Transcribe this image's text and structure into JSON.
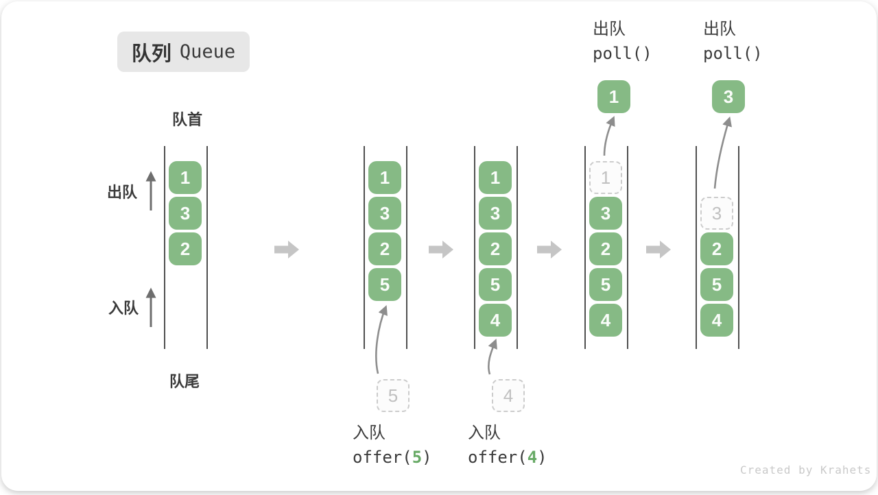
{
  "title": {
    "zh": "队列",
    "en": "Queue"
  },
  "labels": {
    "front": "队首",
    "rear": "队尾",
    "dequeue": "出队",
    "enqueue": "入队"
  },
  "watermark": "Created by Krahets",
  "colors": {
    "element_green": "#86ba85",
    "code_green": "#67a965",
    "dark_text": "#3a3a3a",
    "wall_line": "#4f4f4f",
    "transition_arrow": "#c5c5c5",
    "pointer_arrow": "#8d8d8d",
    "dashed_border": "#cccccc"
  },
  "stages": [
    {
      "name": "state-initial",
      "boxes": [
        {
          "value": "1",
          "slot": 0,
          "style": "solid"
        },
        {
          "value": "3",
          "slot": 1,
          "style": "solid"
        },
        {
          "value": "2",
          "slot": 2,
          "style": "solid"
        }
      ]
    },
    {
      "name": "state-after-offer-5",
      "boxes": [
        {
          "value": "1",
          "slot": 0,
          "style": "solid"
        },
        {
          "value": "3",
          "slot": 1,
          "style": "solid"
        },
        {
          "value": "2",
          "slot": 2,
          "style": "solid"
        },
        {
          "value": "5",
          "slot": 3,
          "style": "solid"
        }
      ],
      "external": {
        "value": "5",
        "style": "dashed",
        "pos": "bottom"
      },
      "op": {
        "zh": "入队",
        "pos": "bottom",
        "code": [
          {
            "text": "offer(",
            "color": "dark"
          },
          {
            "text": "5",
            "color": "green"
          },
          {
            "text": ")",
            "color": "dark"
          }
        ]
      }
    },
    {
      "name": "state-after-offer-4",
      "boxes": [
        {
          "value": "1",
          "slot": 0,
          "style": "solid"
        },
        {
          "value": "3",
          "slot": 1,
          "style": "solid"
        },
        {
          "value": "2",
          "slot": 2,
          "style": "solid"
        },
        {
          "value": "5",
          "slot": 3,
          "style": "solid"
        },
        {
          "value": "4",
          "slot": 4,
          "style": "solid"
        }
      ],
      "external": {
        "value": "4",
        "style": "dashed",
        "pos": "bottom"
      },
      "op": {
        "zh": "入队",
        "pos": "bottom",
        "code": [
          {
            "text": "offer(",
            "color": "dark"
          },
          {
            "text": "4",
            "color": "green"
          },
          {
            "text": ")",
            "color": "dark"
          }
        ]
      }
    },
    {
      "name": "state-poll-1",
      "boxes": [
        {
          "value": "1",
          "slot": 0,
          "style": "dashed"
        },
        {
          "value": "3",
          "slot": 1,
          "style": "solid"
        },
        {
          "value": "2",
          "slot": 2,
          "style": "solid"
        },
        {
          "value": "5",
          "slot": 3,
          "style": "solid"
        },
        {
          "value": "4",
          "slot": 4,
          "style": "solid"
        }
      ],
      "external": {
        "value": "1",
        "style": "solid",
        "pos": "top"
      },
      "op": {
        "zh": "出队",
        "pos": "top",
        "code": [
          {
            "text": "poll()",
            "color": "dark"
          }
        ]
      }
    },
    {
      "name": "state-poll-3",
      "boxes": [
        {
          "value": "3",
          "slot": 1,
          "style": "dashed"
        },
        {
          "value": "2",
          "slot": 2,
          "style": "solid"
        },
        {
          "value": "5",
          "slot": 3,
          "style": "solid"
        },
        {
          "value": "4",
          "slot": 4,
          "style": "solid"
        }
      ],
      "external": {
        "value": "3",
        "style": "solid",
        "pos": "top"
      },
      "op": {
        "zh": "出队",
        "pos": "top",
        "code": [
          {
            "text": "poll()",
            "color": "dark"
          }
        ]
      }
    }
  ]
}
